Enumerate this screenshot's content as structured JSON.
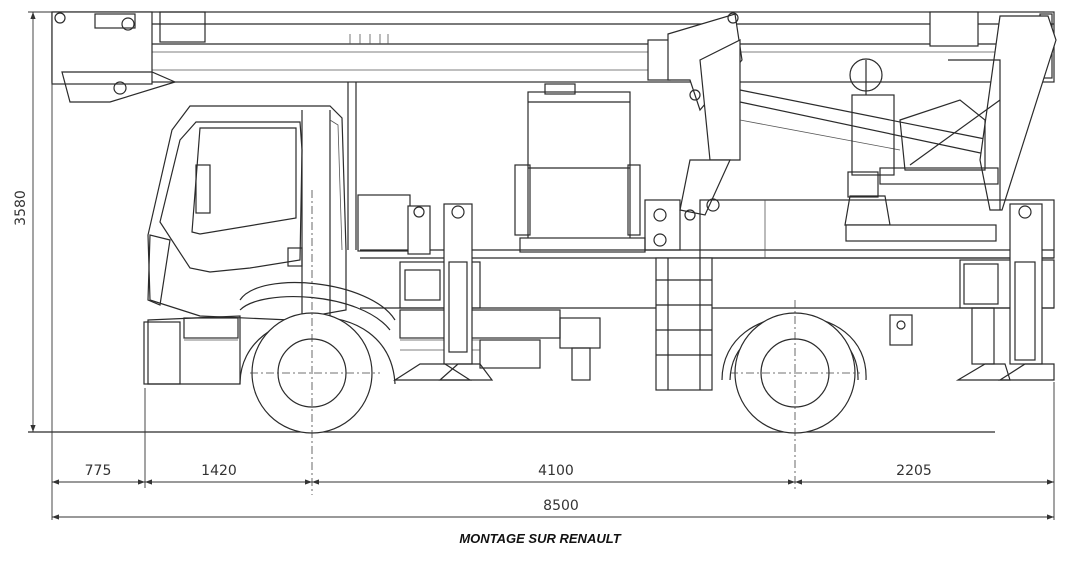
{
  "drawing": {
    "height_label": "3580",
    "dimensions": [
      {
        "id": "front-overhang",
        "label": "775"
      },
      {
        "id": "cab-to-axle",
        "label": "1420"
      },
      {
        "id": "wheelbase",
        "label": "4100"
      },
      {
        "id": "rear-overhang",
        "label": "2205"
      },
      {
        "id": "total-length",
        "label": "8500"
      }
    ],
    "caption": "MONTAGE SUR RENAULT"
  }
}
